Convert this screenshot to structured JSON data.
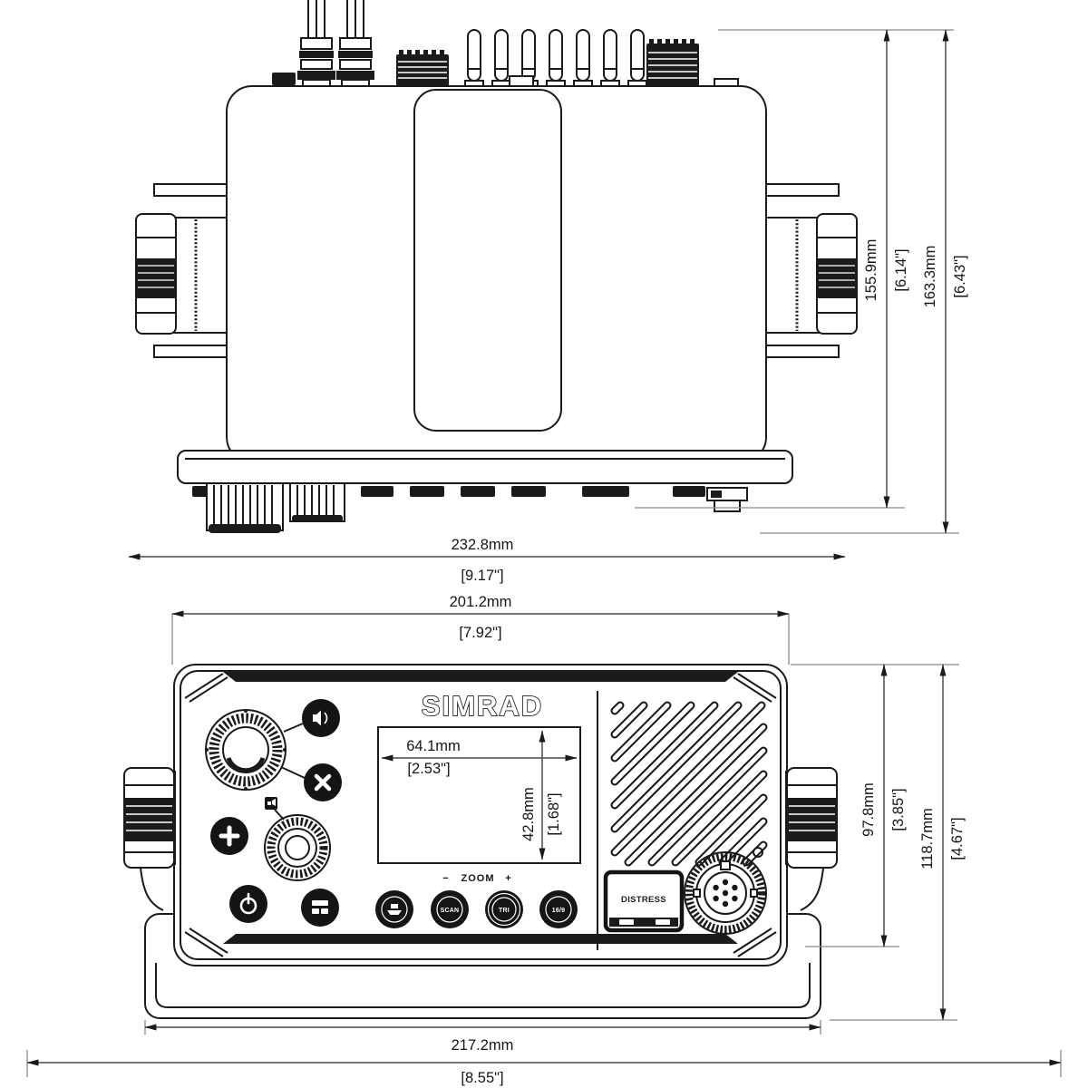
{
  "drawing": {
    "background": "#ffffff",
    "line_color": "#1a1a1a",
    "dim_color": "#4a4a4a"
  },
  "top_view": {
    "dims": {
      "height_body": {
        "mm": "155.9mm",
        "inch": "[6.14\"]"
      },
      "height_overall": {
        "mm": "163.3mm",
        "inch": "[6.43\"]"
      }
    }
  },
  "shared_dims": {
    "width_overall": {
      "mm": "232.8mm",
      "inch": "[9.17\"]"
    },
    "width_body": {
      "mm": "201.2mm",
      "inch": "[7.92\"]"
    }
  },
  "front_view": {
    "brand": "SIMRAD",
    "screen": {
      "width": {
        "mm": "64.1mm",
        "inch": "[2.53\"]"
      },
      "height": {
        "mm": "42.8mm",
        "inch": "[1.68\"]"
      }
    },
    "zoom_bar": {
      "minus": "−",
      "label": "ZOOM",
      "plus": "+"
    },
    "softkeys": {
      "key2": "SCAN",
      "key3": "TRI",
      "key4": "16/9"
    },
    "distress_label": "DISTRESS",
    "icons": [
      "boat-icon",
      "speaker-icon",
      "exit-icon",
      "plus-icon",
      "power-icon",
      "keypad-icon",
      "volume-icon",
      "channel-knob",
      "volume-knob",
      "mic-connector",
      "speaker-grille"
    ]
  },
  "bottom_dims": {
    "bracket_width": {
      "mm": "217.2mm",
      "inch": "[8.55\"]"
    }
  }
}
